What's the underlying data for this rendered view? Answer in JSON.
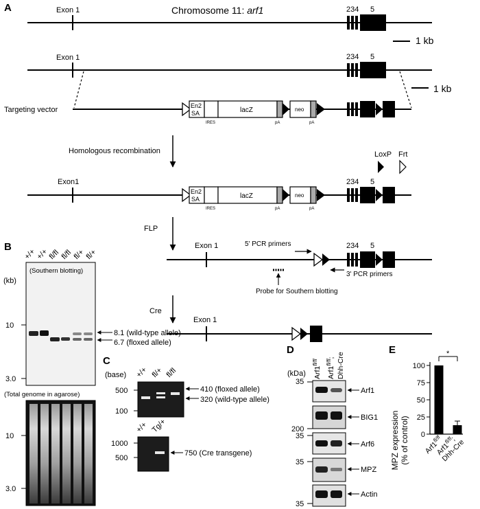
{
  "panels": {
    "A": {
      "letter": "A",
      "title_prefix": "Chromosome 11: ",
      "title_gene": "arf1",
      "exon1": "Exon 1",
      "exon1_alt": "Exon1",
      "exons_234": "234",
      "exon_5": "5",
      "scale": "1 kb",
      "targeting_vector": "Targeting vector",
      "en2": "En2",
      "sa": "SA",
      "ires": "IRES",
      "lacz": "lacZ",
      "pa": "pA",
      "neo": "neo",
      "homologous_recombination": "Homologous recombination",
      "loxp": "LoxP",
      "frt": "Frt",
      "flp": "FLP",
      "pcr5": "5' PCR primers",
      "pcr3": "3' PCR primers",
      "probe": "Probe for Southern blotting",
      "cre": "Cre"
    },
    "B": {
      "letter": "B",
      "lanes": [
        "+/+",
        "+/+",
        "fl/fl",
        "fl/fl",
        "fl/+",
        "fl/+"
      ],
      "unit": "(kb)",
      "southern_label": "(Southern blotting)",
      "total_label": "(Total genome in agarose)",
      "markers": [
        "10",
        "3.0"
      ],
      "band_wt": "8.1 (wild-type allele)",
      "band_fl": "6.7 (floxed allele)"
    },
    "C": {
      "letter": "C",
      "unit": "(base)",
      "lanes_top": [
        "+/+",
        "fl/+",
        "fl/fl"
      ],
      "markers_top": [
        "500",
        "100"
      ],
      "band_410": "410 (floxed allele)",
      "band_320": "320 (wild-type allele)",
      "lanes_bottom": [
        "+/+",
        "Tg/+"
      ],
      "markers_bottom": [
        "1000",
        "500"
      ],
      "band_750": "750 (Cre transgene)"
    },
    "D": {
      "letter": "D",
      "unit": "(kDa)",
      "lane1": "Arf1",
      "lane1_sup": "fl/fl",
      "lane2": "Arf1",
      "lane2_sup": "fl/fl",
      "lane2_suffix": ";",
      "lane2_line2": "Dhh-Cre",
      "blots": [
        {
          "marker": "35",
          "label": "Arf1"
        },
        {
          "marker": "200",
          "label": "BIG1"
        },
        {
          "marker": "35",
          "label": "Arf6"
        },
        {
          "marker": "35",
          "label": "MPZ"
        },
        {
          "marker": "35",
          "label": "Actin"
        }
      ]
    },
    "E": {
      "letter": "E",
      "ylabel_line1": "MPZ expression",
      "ylabel_line2": "(% of control)",
      "significance": "*",
      "cat1": "Arf1",
      "cat1_sup": "fl/fl",
      "cat2": "Arf1",
      "cat2_sup": "fl/fl",
      "cat2_suffix": ";",
      "cat2_line2": "Dhh-Cre"
    }
  },
  "chart_data": {
    "type": "bar",
    "categories": [
      "Arf1 fl/fl",
      "Arf1 fl/fl; Dhh-Cre"
    ],
    "series": [
      {
        "values": [
          100,
          13
        ]
      }
    ],
    "error_bars": [
      0,
      6
    ],
    "ylabel": "MPZ expression (% of control)",
    "ylim": [
      0,
      100
    ],
    "yticks": [
      "0",
      "25",
      "50",
      "75",
      "100"
    ],
    "annotation": "*"
  }
}
